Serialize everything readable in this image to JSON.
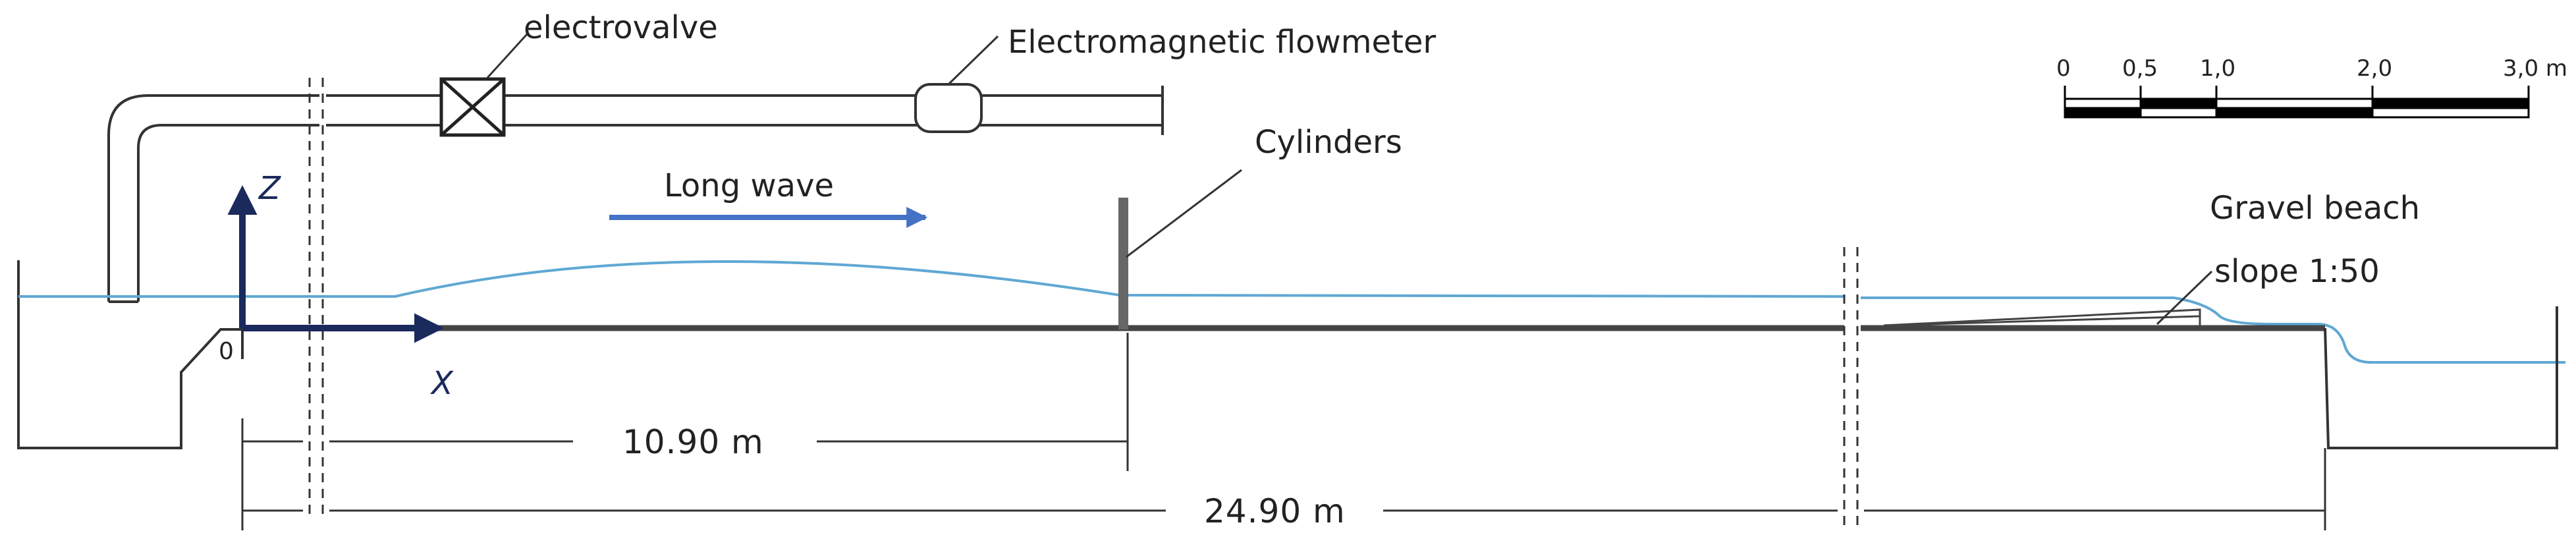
{
  "labels": {
    "electrovalve": "electrovalve",
    "flowmeter": "Electromagnetic flowmeter",
    "cylinders": "Cylinders",
    "long_wave": "Long wave",
    "gravel_beach": "Gravel beach",
    "slope": "slope 1:50"
  },
  "axes": {
    "z": "Z",
    "x": "X",
    "origin": "0"
  },
  "scale_bar": {
    "ticks": [
      "0",
      "0,5",
      "1,0",
      "2,0",
      "3,0 m"
    ]
  },
  "dimensions": {
    "to_cylinders": "10.90  m",
    "total": "24.90  m"
  },
  "colors": {
    "water": "#5fa8d3",
    "wave_arrow": "#4472c4",
    "axis": "#1b2a5c",
    "structure": "#333333"
  }
}
